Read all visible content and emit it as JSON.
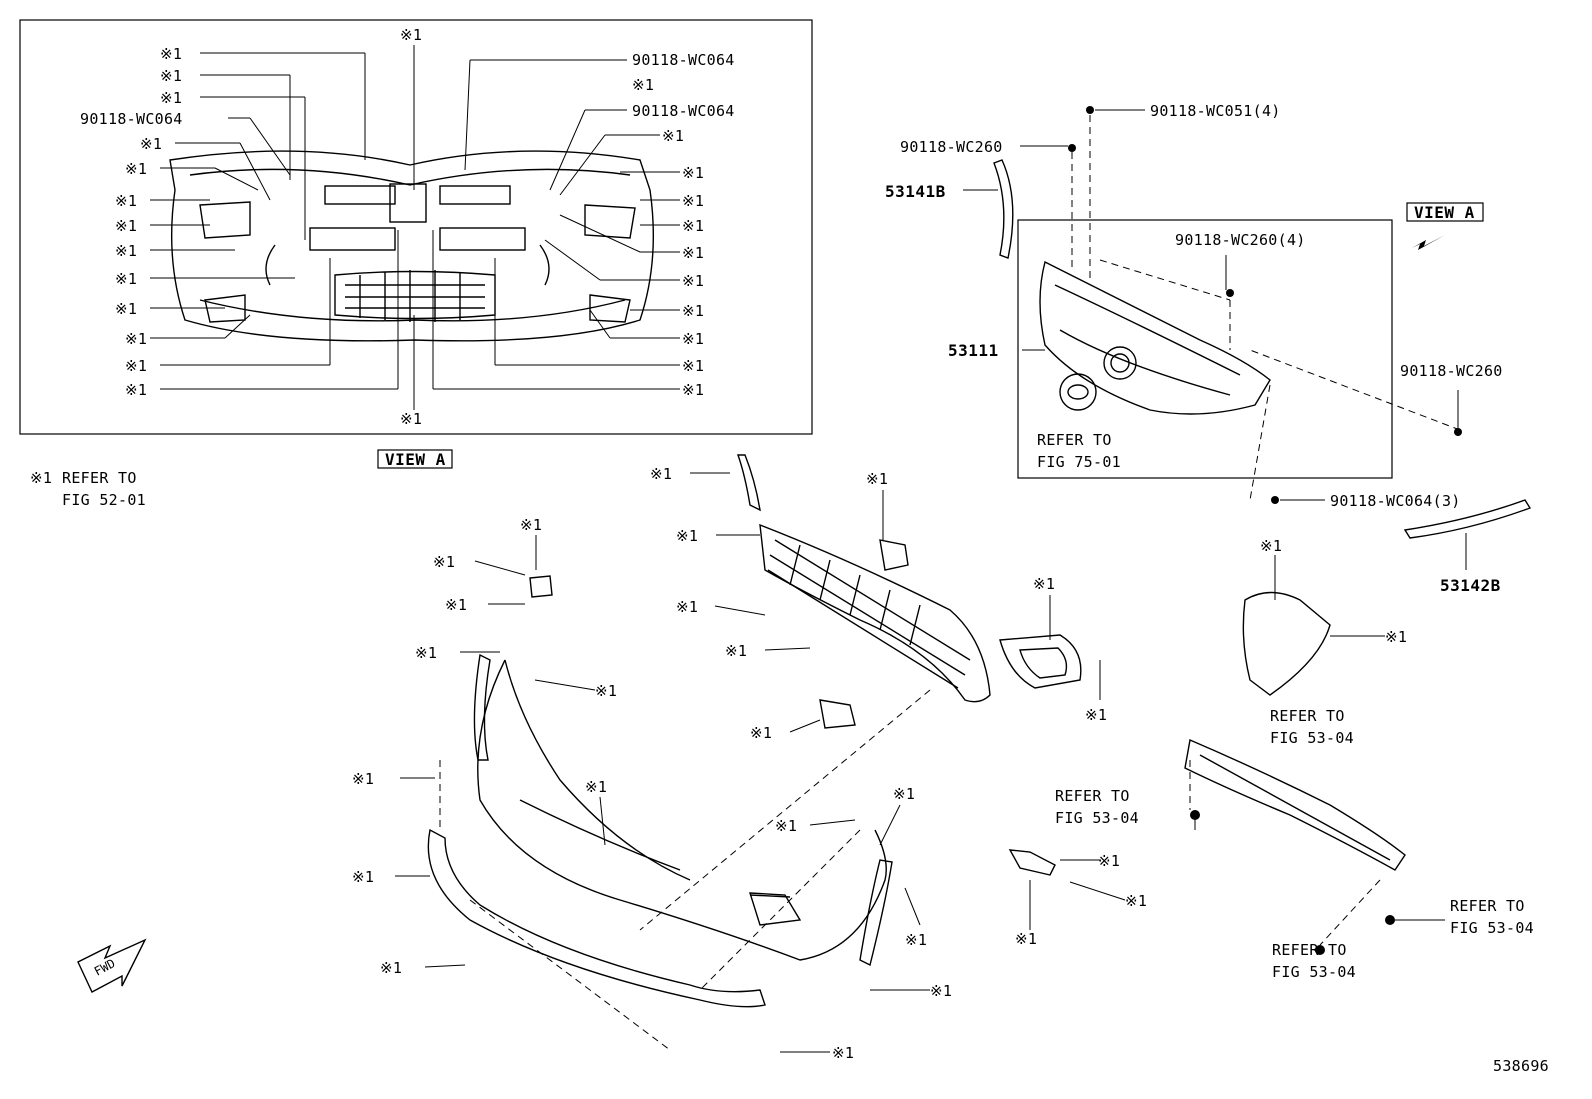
{
  "diagram": {
    "inset_view_caption": "VIEW A",
    "grille_view_tag": "VIEW A",
    "footnote": {
      "symbol": "※1",
      "line1": "REFER TO",
      "line2": "FIG 52-01"
    },
    "ref_mark": "※1",
    "fwd_label": "FWD",
    "diagram_number": "538696",
    "parts": {
      "p53141B": "53141B",
      "p53142B": "53142B",
      "p53111": "53111",
      "clip_wc051": "90118-WC051(4)",
      "clip_wc260_top": "90118-WC260",
      "clip_wc260_4": "90118-WC260(4)",
      "clip_wc260_right": "90118-WC260",
      "clip_wc064_3": "90118-WC064(3)",
      "inset_wc064_a": "90118-WC064",
      "inset_wc064_b": "90118-WC064",
      "inset_wc064_c": "90118-WC064"
    },
    "refers": {
      "emblem_1": "REFER TO",
      "emblem_2": "FIG 75-01",
      "bracket_1": "REFER TO",
      "bracket_2": "FIG 53-04",
      "bolt_left_1": "REFER TO",
      "bolt_left_2": "FIG 53-04",
      "bolt_bottom_1": "REFER TO",
      "bolt_bottom_2": "FIG 53-04",
      "bolt_right_1": "REFER TO",
      "bolt_right_2": "FIG 53-04"
    }
  }
}
